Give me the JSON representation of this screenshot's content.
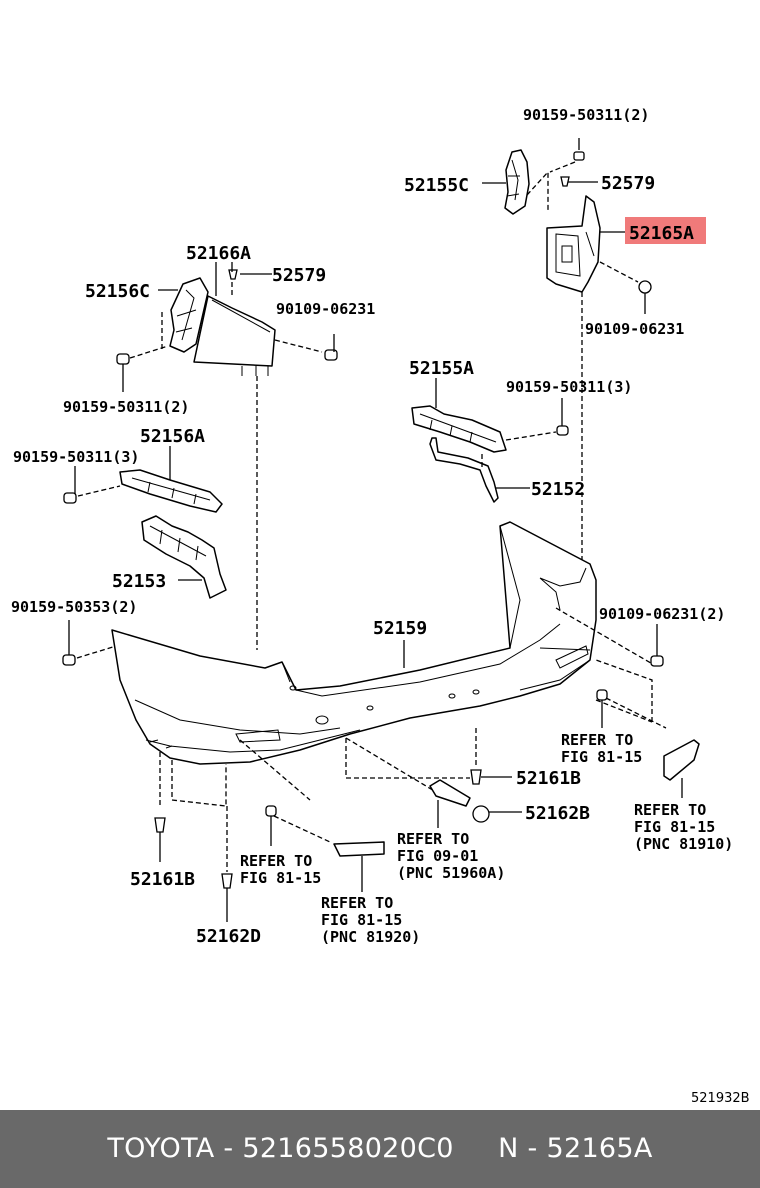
{
  "diagram": {
    "labels": {
      "p90159_50311_2_top": "90159-50311(2)",
      "p52155C": "52155C",
      "p52579_right": "52579",
      "p52165A": "52165A",
      "p90109_06231_right": "90109-06231",
      "p52166A": "52166A",
      "p52579_left": "52579",
      "p52156C": "52156C",
      "p90109_06231_left": "90109-06231",
      "p90159_50311_2_left": "90159-50311(2)",
      "p52155A": "52155A",
      "p90159_50311_3_right": "90159-50311(3)",
      "p52156A": "52156A",
      "p90159_50311_3_left": "90159-50311(3)",
      "p52152": "52152",
      "p52153": "52153",
      "p90159_50353_2": "90159-50353(2)",
      "p52159": "52159",
      "p90109_06231_2": "90109-06231(2)",
      "p52161B_right": "52161B",
      "p52162B": "52162B",
      "p52161B_left": "52161B",
      "p52162D": "52162D",
      "ref_81_15_right": [
        "REFER TO",
        "FIG 81-15"
      ],
      "ref_81_15_pnc81910": [
        "REFER TO",
        "FIG 81-15",
        "(PNC 81910)"
      ],
      "ref_09_01": [
        "REFER TO",
        "FIG 09-01",
        "(PNC 51960A)"
      ],
      "ref_81_15_left": [
        "REFER TO",
        "FIG 81-15"
      ],
      "ref_81_15_pnc81920": [
        "REFER TO",
        "FIG 81-15",
        "(PNC 81920)"
      ]
    },
    "highlighted_part": "52165A",
    "highlight_color": "#f07a7a",
    "figure_code": "521932B"
  },
  "footer": {
    "text": "TOYOTA - 5216558020C0     N - 52165A",
    "background": "#696969",
    "color": "#ffffff"
  }
}
